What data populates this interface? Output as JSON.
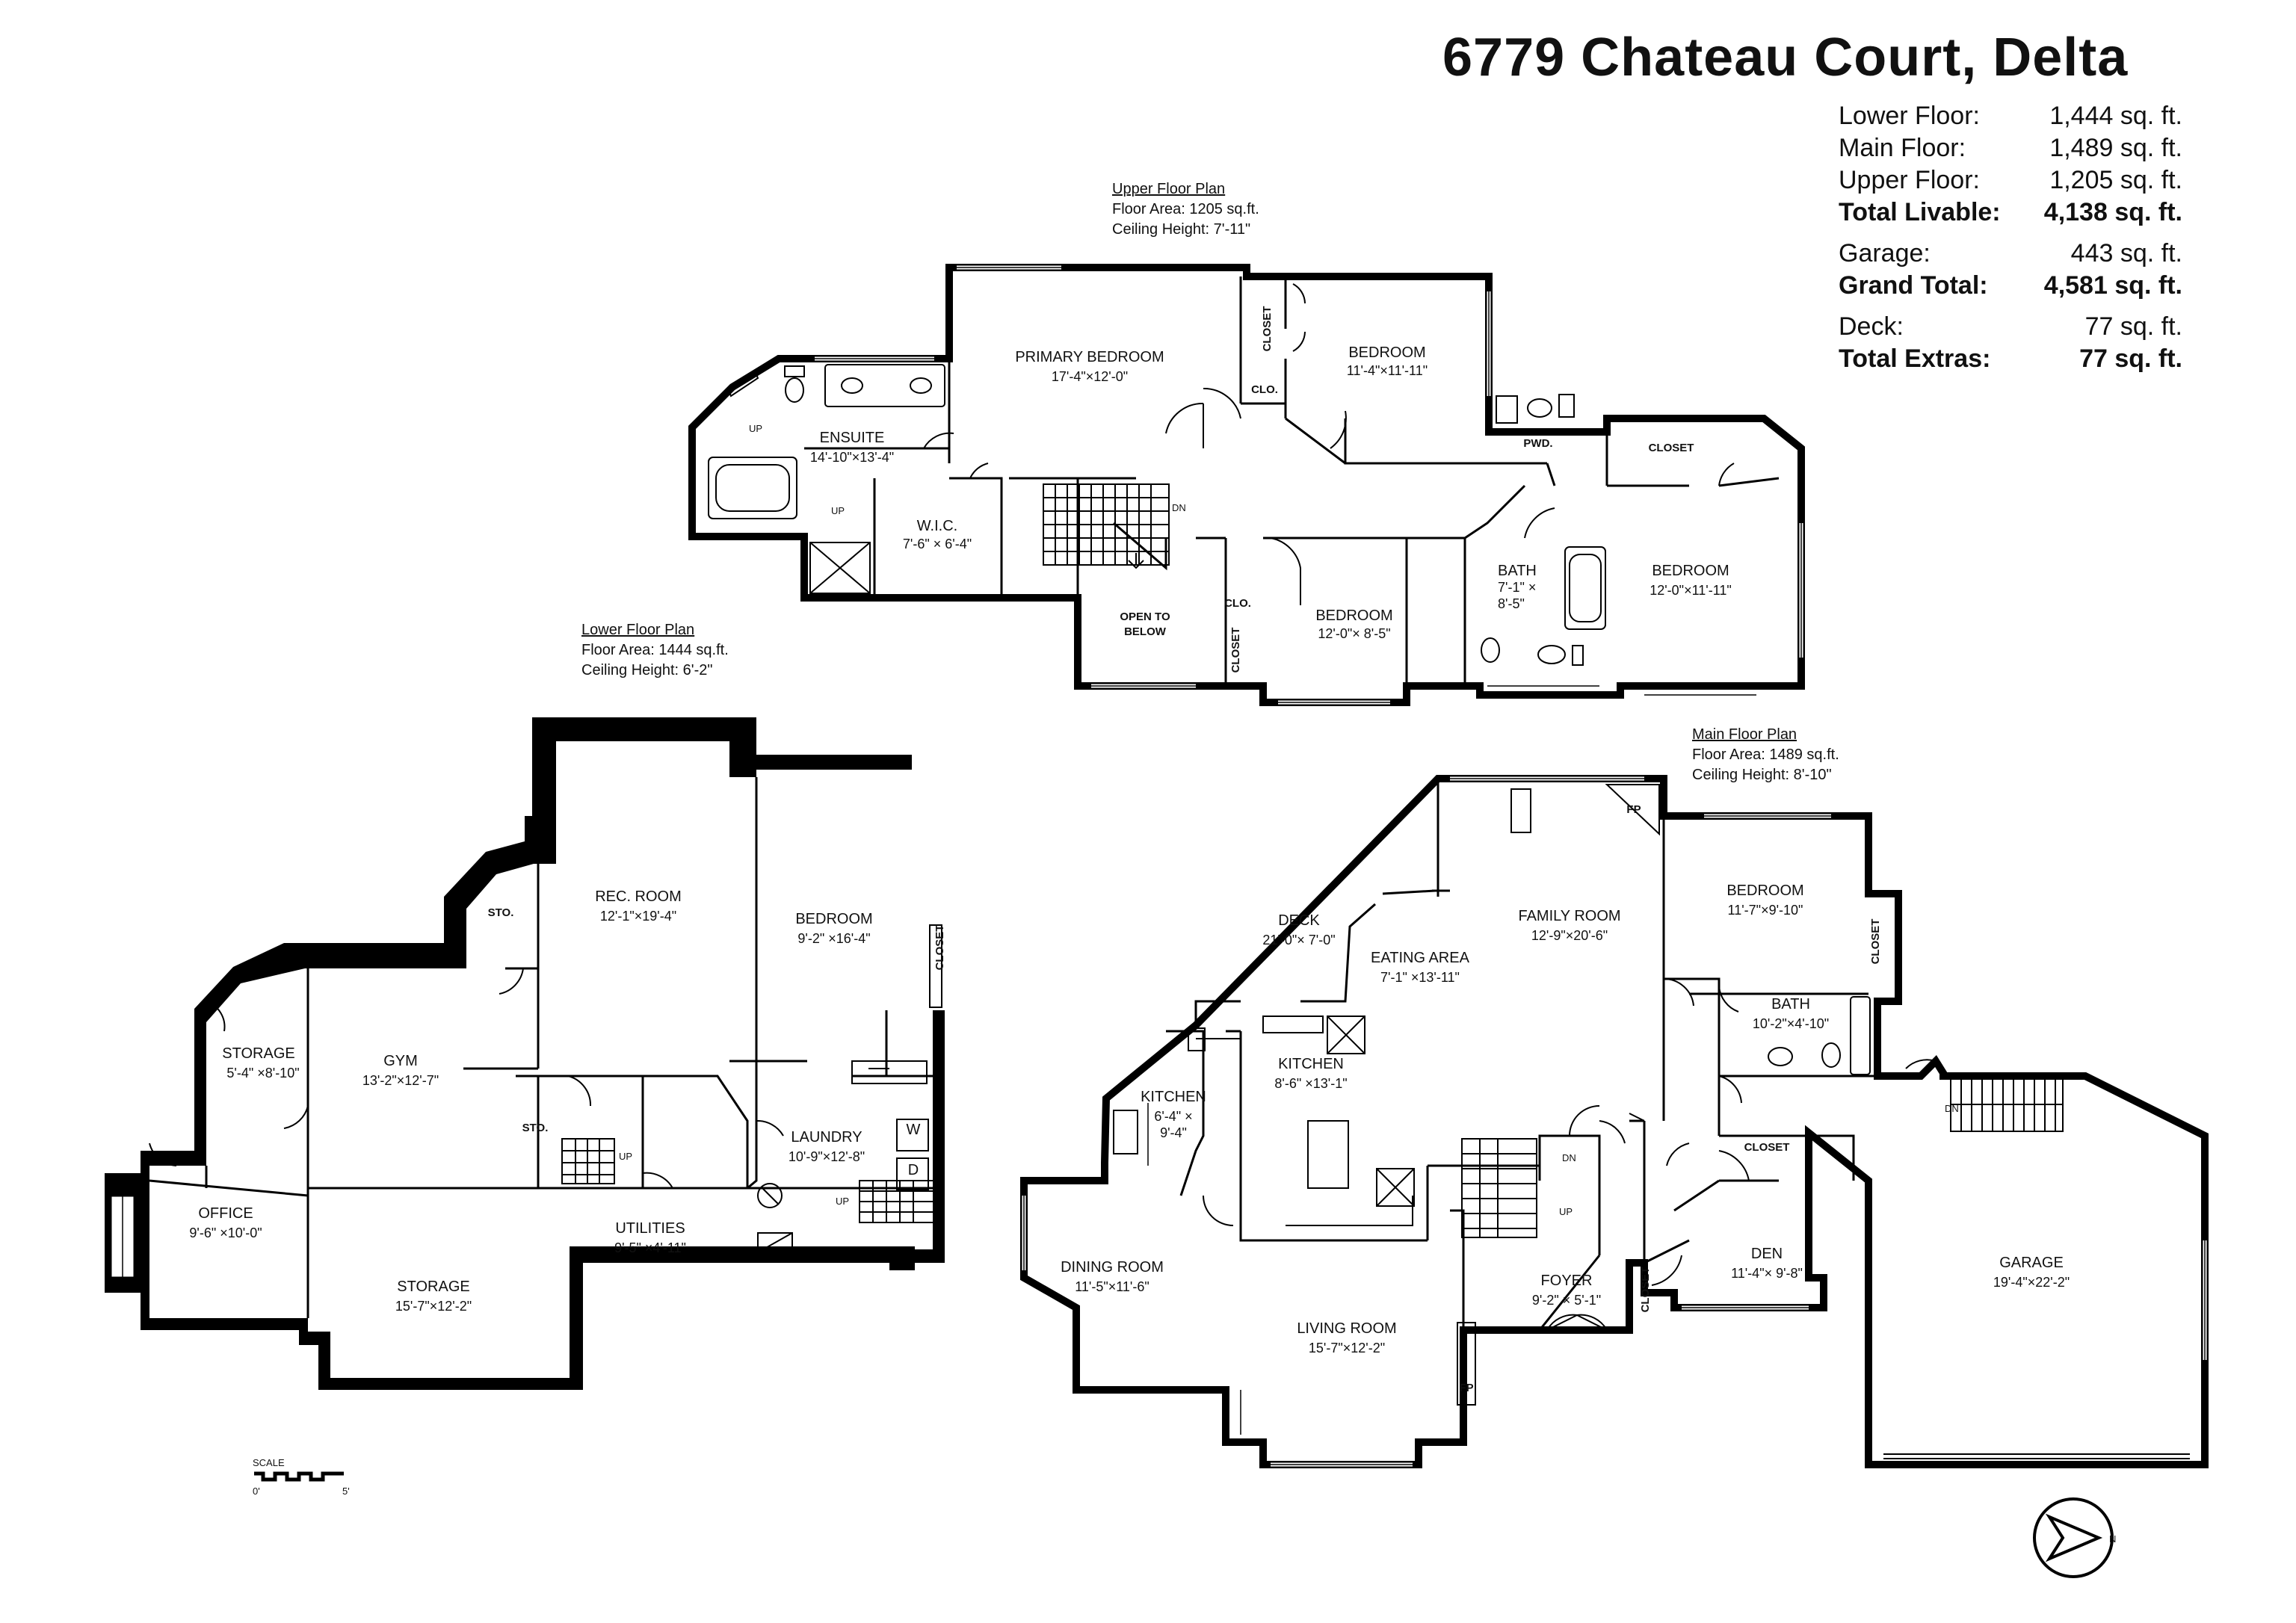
{
  "header": {
    "title": "6779 Chateau Court, Delta"
  },
  "areas": [
    {
      "label": "Lower Floor:",
      "value": "1,444 sq. ft.",
      "bold": false
    },
    {
      "label": "Main Floor:",
      "value": "1,489 sq. ft.",
      "bold": false
    },
    {
      "label": "Upper Floor:",
      "value": "1,205 sq. ft.",
      "bold": false
    },
    {
      "label": "Total Livable:",
      "value": "4,138 sq. ft.",
      "bold": true
    },
    {
      "label": "Garage:",
      "value": "443 sq. ft.",
      "bold": false
    },
    {
      "label": "Grand Total:",
      "value": "4,581 sq. ft.",
      "bold": true
    },
    {
      "label": "Deck:",
      "value": "77 sq. ft.",
      "bold": false
    },
    {
      "label": "Total Extras:",
      "value": "77 sq. ft.",
      "bold": true
    }
  ],
  "plans": {
    "upper": {
      "title": "Upper Floor Plan",
      "area": "Floor Area: 1205 sq.ft.",
      "height": "Ceiling Height: 7'-11\""
    },
    "lower": {
      "title": "Lower Floor Plan",
      "area": "Floor Area: 1444 sq.ft.",
      "height": "Ceiling Height: 6'-2\""
    },
    "main": {
      "title": "Main Floor Plan",
      "area": "Floor Area: 1489 sq.ft.",
      "height": "Ceiling Height: 8'-10\""
    }
  },
  "rooms": {
    "upper_primary": {
      "name": "PRIMARY BEDROOM",
      "dim": "17'-4\"×12'-0\""
    },
    "upper_ensuite": {
      "name": "ENSUITE",
      "dim": "14'-10\"×13'-4\""
    },
    "upper_wic": {
      "name": "W.I.C.",
      "dim": "7'-6\" × 6'-4\""
    },
    "upper_bed1": {
      "name": "BEDROOM",
      "dim": "11'-4\"×11'-11\""
    },
    "upper_bed2": {
      "name": "BEDROOM",
      "dim": "12'-0\"× 8'-5\""
    },
    "upper_bed3": {
      "name": "BEDROOM",
      "dim": "12'-0\"×11'-11\""
    },
    "upper_bath": {
      "name": "BATH",
      "dim1": "7'-1\" ×",
      "dim2": "8'-5\""
    },
    "upper_pwd": {
      "name": "PWD."
    },
    "upper_closet_a": {
      "name": "CLOSET"
    },
    "upper_closet_b": {
      "name": "CLOSET"
    },
    "upper_closet_c": {
      "name": "CLOSET"
    },
    "upper_clo_a": {
      "name": "CLO."
    },
    "upper_clo_b": {
      "name": "CLO."
    },
    "upper_open": {
      "name1": "OPEN TO",
      "name2": "BELOW"
    },
    "lower_rec": {
      "name": "REC. ROOM",
      "dim": "12'-1\"×19'-4\""
    },
    "lower_bed": {
      "name": "BEDROOM",
      "dim": "9'-2\" ×16'-4\""
    },
    "lower_gym": {
      "name": "GYM",
      "dim": "13'-2\"×12'-7\""
    },
    "lower_storage_a": {
      "name": "STORAGE",
      "dim": "5'-4\" ×8'-10\""
    },
    "lower_office": {
      "name": "OFFICE",
      "dim": "9'-6\" ×10'-0\""
    },
    "lower_storage_b": {
      "name": "STORAGE",
      "dim": "15'-7\"×12'-2\""
    },
    "lower_laundry": {
      "name": "LAUNDRY",
      "dim": "10'-9\"×12'-8\""
    },
    "lower_utilities": {
      "name": "UTILITIES",
      "dim": "9'-5\" ×4'-11\""
    },
    "lower_sto_a": {
      "name": "STO."
    },
    "lower_sto_b": {
      "name": "STO."
    },
    "lower_closet": {
      "name": "CLOSET"
    },
    "main_family": {
      "name": "FAMILY ROOM",
      "dim": "12'-9\"×20'-6\""
    },
    "main_deck": {
      "name": "DECK",
      "dim": "21'-0\"× 7'-0\""
    },
    "main_eating": {
      "name": "EATING AREA",
      "dim": "7'-1\" ×13'-11\""
    },
    "main_kitchen": {
      "name": "KITCHEN",
      "dim": "8'-6\" ×13'-1\""
    },
    "main_kitchen2": {
      "name": "KITCHEN",
      "dim1": "6'-4\" ×",
      "dim2": "9'-4\""
    },
    "main_bed": {
      "name": "BEDROOM",
      "dim": "11'-7\"×9'-10\""
    },
    "main_bath": {
      "name": "BATH",
      "dim": "10'-2\"×4'-10\""
    },
    "main_dining": {
      "name": "DINING ROOM",
      "dim": "11'-5\"×11'-6\""
    },
    "main_living": {
      "name": "LIVING ROOM",
      "dim": "15'-7\"×12'-2\""
    },
    "main_foyer": {
      "name": "FOYER",
      "dim": "9'-2\" × 5'-1\""
    },
    "main_den": {
      "name": "DEN",
      "dim": "11'-4\"× 9'-8\""
    },
    "main_garage": {
      "name": "GARAGE",
      "dim": "19'-4\"×22'-2\""
    },
    "main_closet_a": {
      "name": "CLOSET"
    },
    "main_closet_b": {
      "name": "CLOSET"
    },
    "main_closet_c": {
      "name": "CLOSET"
    }
  },
  "markers": {
    "up": "UP",
    "dn": "DN",
    "fp": "FP",
    "washer": "W",
    "dryer": "D",
    "north": "N"
  },
  "scale": {
    "label": "SCALE",
    "start": "0'",
    "end": "5'"
  }
}
